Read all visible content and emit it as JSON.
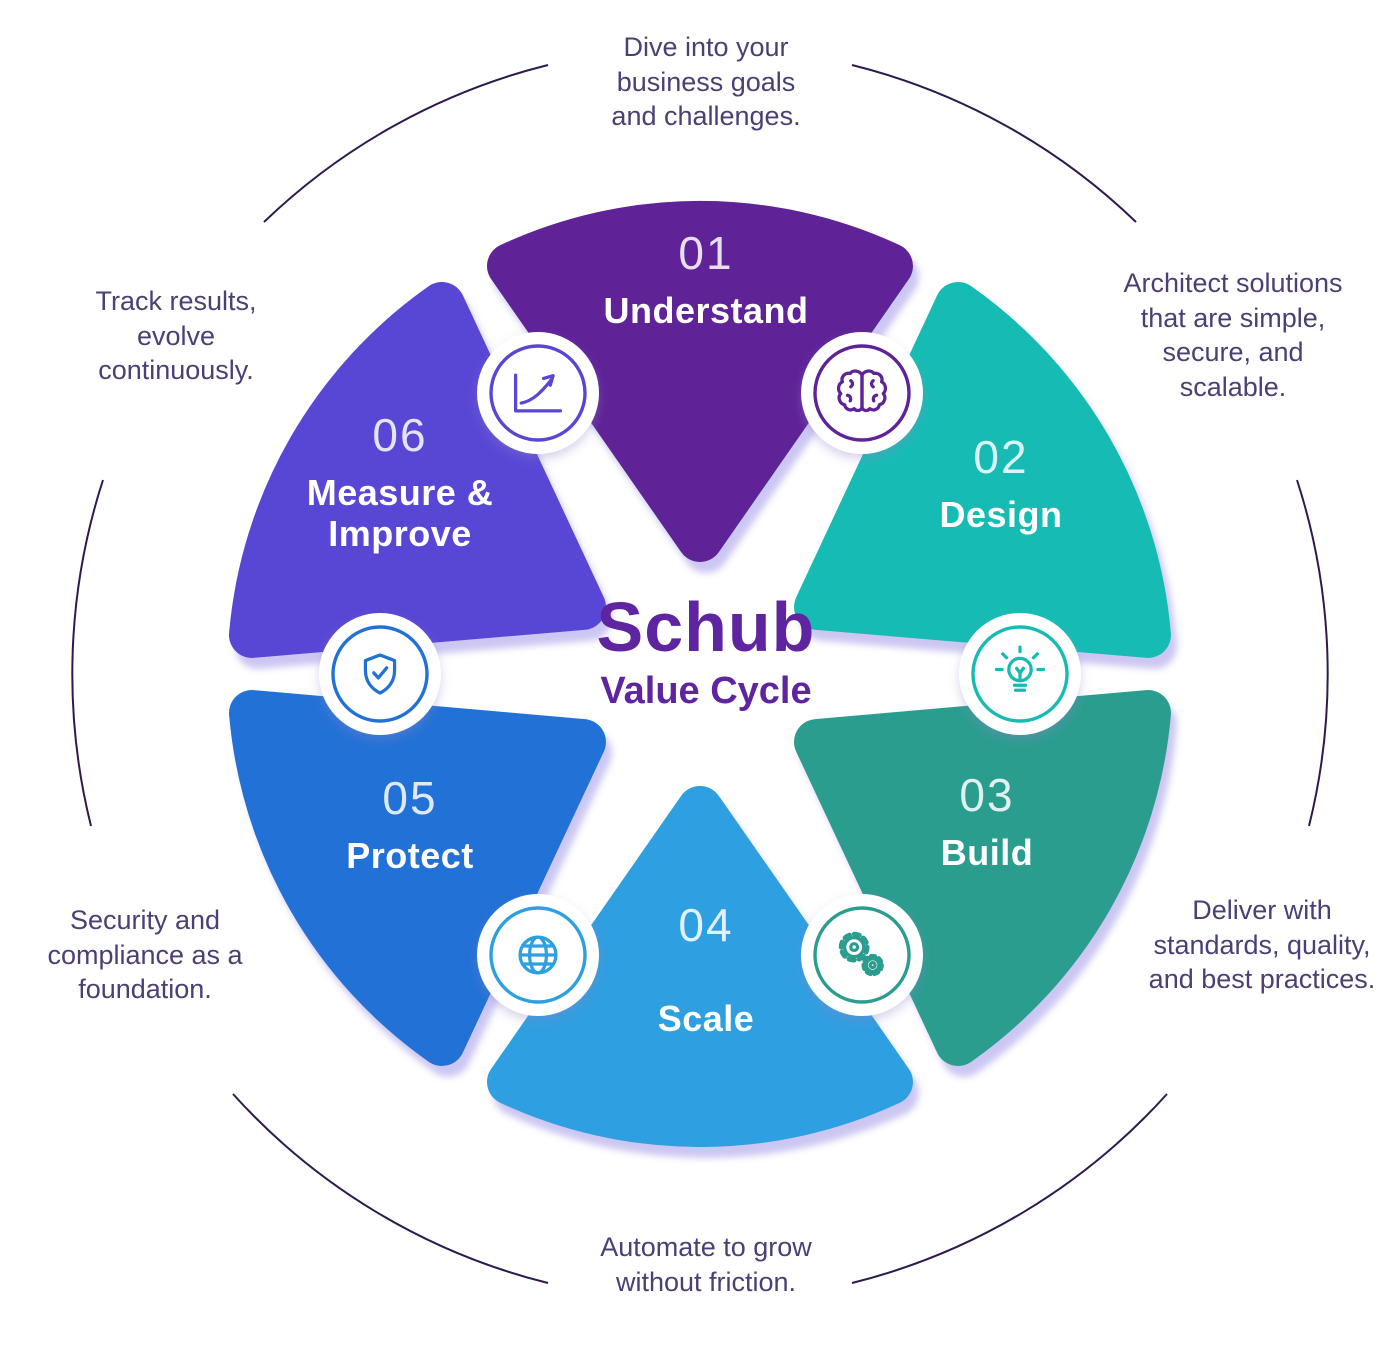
{
  "center": {
    "brand": "Schub",
    "subtitle": "Value Cycle"
  },
  "petals": [
    {
      "number": "01",
      "label": "Understand",
      "color": "#5e2397",
      "description": "Dive into your business goals and challenges."
    },
    {
      "number": "02",
      "label": "Design",
      "color": "#16bcb4",
      "description": "Architect solutions that are simple, secure, and scalable."
    },
    {
      "number": "03",
      "label": "Build",
      "color": "#2a9d8f",
      "description": "Deliver with standards, quality, and best practices."
    },
    {
      "number": "04",
      "label": "Scale",
      "color": "#2e9fe0",
      "description": "Automate to grow without friction."
    },
    {
      "number": "05",
      "label": "Protect",
      "color": "#2271d6",
      "description": "Security and compliance as a foundation."
    },
    {
      "number": "06",
      "label": "Measure & Improve",
      "color": "#5847d5",
      "description": "Track results, evolve continuously."
    }
  ],
  "icons": [
    {
      "name": "brain-icon",
      "color": "#5e2397"
    },
    {
      "name": "lightbulb-icon",
      "color": "#16bcb4"
    },
    {
      "name": "gears-icon",
      "color": "#2a9d8f"
    },
    {
      "name": "globe-icon",
      "color": "#2e9fe0"
    },
    {
      "name": "shield-check-icon",
      "color": "#2271d6"
    },
    {
      "name": "growth-chart-icon",
      "color": "#5847d5"
    }
  ],
  "ring_color": "#2e1a4e"
}
